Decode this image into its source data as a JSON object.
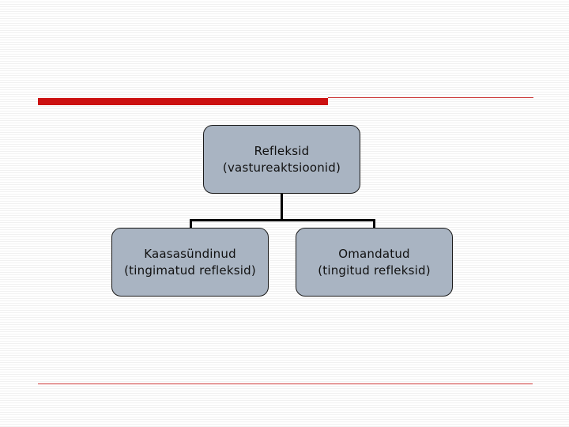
{
  "diagram": {
    "root": {
      "line1": "Refleksid",
      "line2": "(vastureaktsioonid)"
    },
    "children": [
      {
        "line1": "Kaasasündinud",
        "line2": "(tingimatud refleksid)"
      },
      {
        "line1": "Omandatud",
        "line2": "(tingitud refleksid)"
      }
    ]
  },
  "colors": {
    "accent_red": "#cc1111",
    "node_fill": "#a9b4c2",
    "connector": "#000000"
  }
}
